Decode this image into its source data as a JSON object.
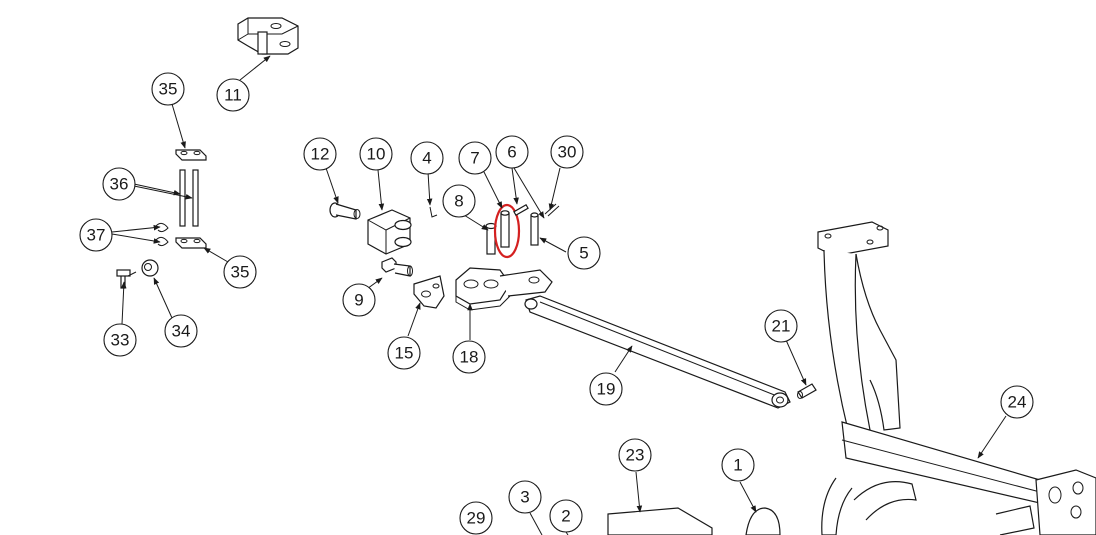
{
  "highlight_color": "#d42020",
  "line_color": "#1a1a1a",
  "callouts": [
    {
      "id": "c1",
      "label": "1"
    },
    {
      "id": "c2",
      "label": "2"
    },
    {
      "id": "c3",
      "label": "3"
    },
    {
      "id": "c4",
      "label": "4"
    },
    {
      "id": "c5",
      "label": "5"
    },
    {
      "id": "c6",
      "label": "6"
    },
    {
      "id": "c7",
      "label": "7"
    },
    {
      "id": "c8",
      "label": "8"
    },
    {
      "id": "c9",
      "label": "9"
    },
    {
      "id": "c10",
      "label": "10"
    },
    {
      "id": "c11",
      "label": "11"
    },
    {
      "id": "c12",
      "label": "12"
    },
    {
      "id": "c15",
      "label": "15"
    },
    {
      "id": "c18",
      "label": "18"
    },
    {
      "id": "c19",
      "label": "19"
    },
    {
      "id": "c21",
      "label": "21"
    },
    {
      "id": "c23",
      "label": "23"
    },
    {
      "id": "c24",
      "label": "24"
    },
    {
      "id": "c29",
      "label": "29"
    },
    {
      "id": "c30",
      "label": "30"
    },
    {
      "id": "c33",
      "label": "33"
    },
    {
      "id": "c34",
      "label": "34"
    },
    {
      "id": "c35a",
      "label": "35"
    },
    {
      "id": "c35b",
      "label": "35"
    },
    {
      "id": "c36",
      "label": "36"
    },
    {
      "id": "c37",
      "label": "37"
    }
  ]
}
